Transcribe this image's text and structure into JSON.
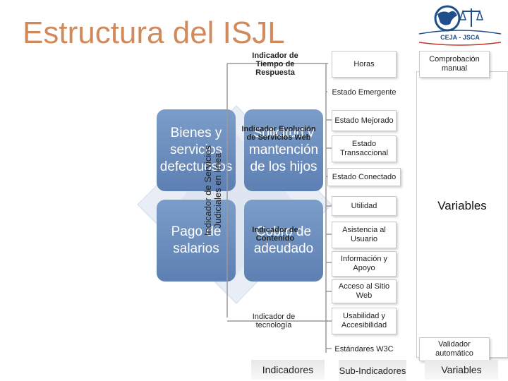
{
  "title": "Estructura del ISJL",
  "logo": {
    "text": "CEJA - JSCA",
    "colors": {
      "blue": "#1f4f8a",
      "red": "#c0392b"
    }
  },
  "indicators": {
    "tiempo_respuesta": "Indicador de Tiempo de Respuesta",
    "evolucion": "Indicador Evolución de Servicios Web",
    "contenido": "Indicador de Contenido",
    "tecnologia": "Indicador de tecnología",
    "vertical": "Indicador de Servicios Judiciales en línea"
  },
  "sub_indicators": {
    "horas": "Horas",
    "estado_emergente": "Estado Emergente",
    "estado_mejorado": "Estado Mejorado",
    "estado_transaccional": "Estado Transaccional",
    "estado_conectado": "Estado Conectado",
    "utilidad": "Utilidad",
    "asistencia": "Asistencia al Usuario",
    "informacion": "Información y Apoyo",
    "acceso": "Acceso al Sitio Web",
    "usabilidad": "Usabilidad y Accesibilidad",
    "estandares": "Estándares W3C"
  },
  "variables": {
    "comprobacion": "Comprobación manual",
    "validador": "Validador automático",
    "label": "Variables"
  },
  "background_cards": {
    "bienes": "Bienes y servicios defectuosos",
    "solicitud": "Solicitud y mantención de los hijos",
    "pago": "Pago de salarios",
    "cobro": "Cobro de adeudado"
  },
  "footer": {
    "indicadores": "Indicadores",
    "sub_indicadores": "Sub-Indicadores",
    "variables": "Variables"
  },
  "colors": {
    "title": "#d08a5c",
    "card": "#6a8cbf",
    "line": "#9a9a9a"
  }
}
